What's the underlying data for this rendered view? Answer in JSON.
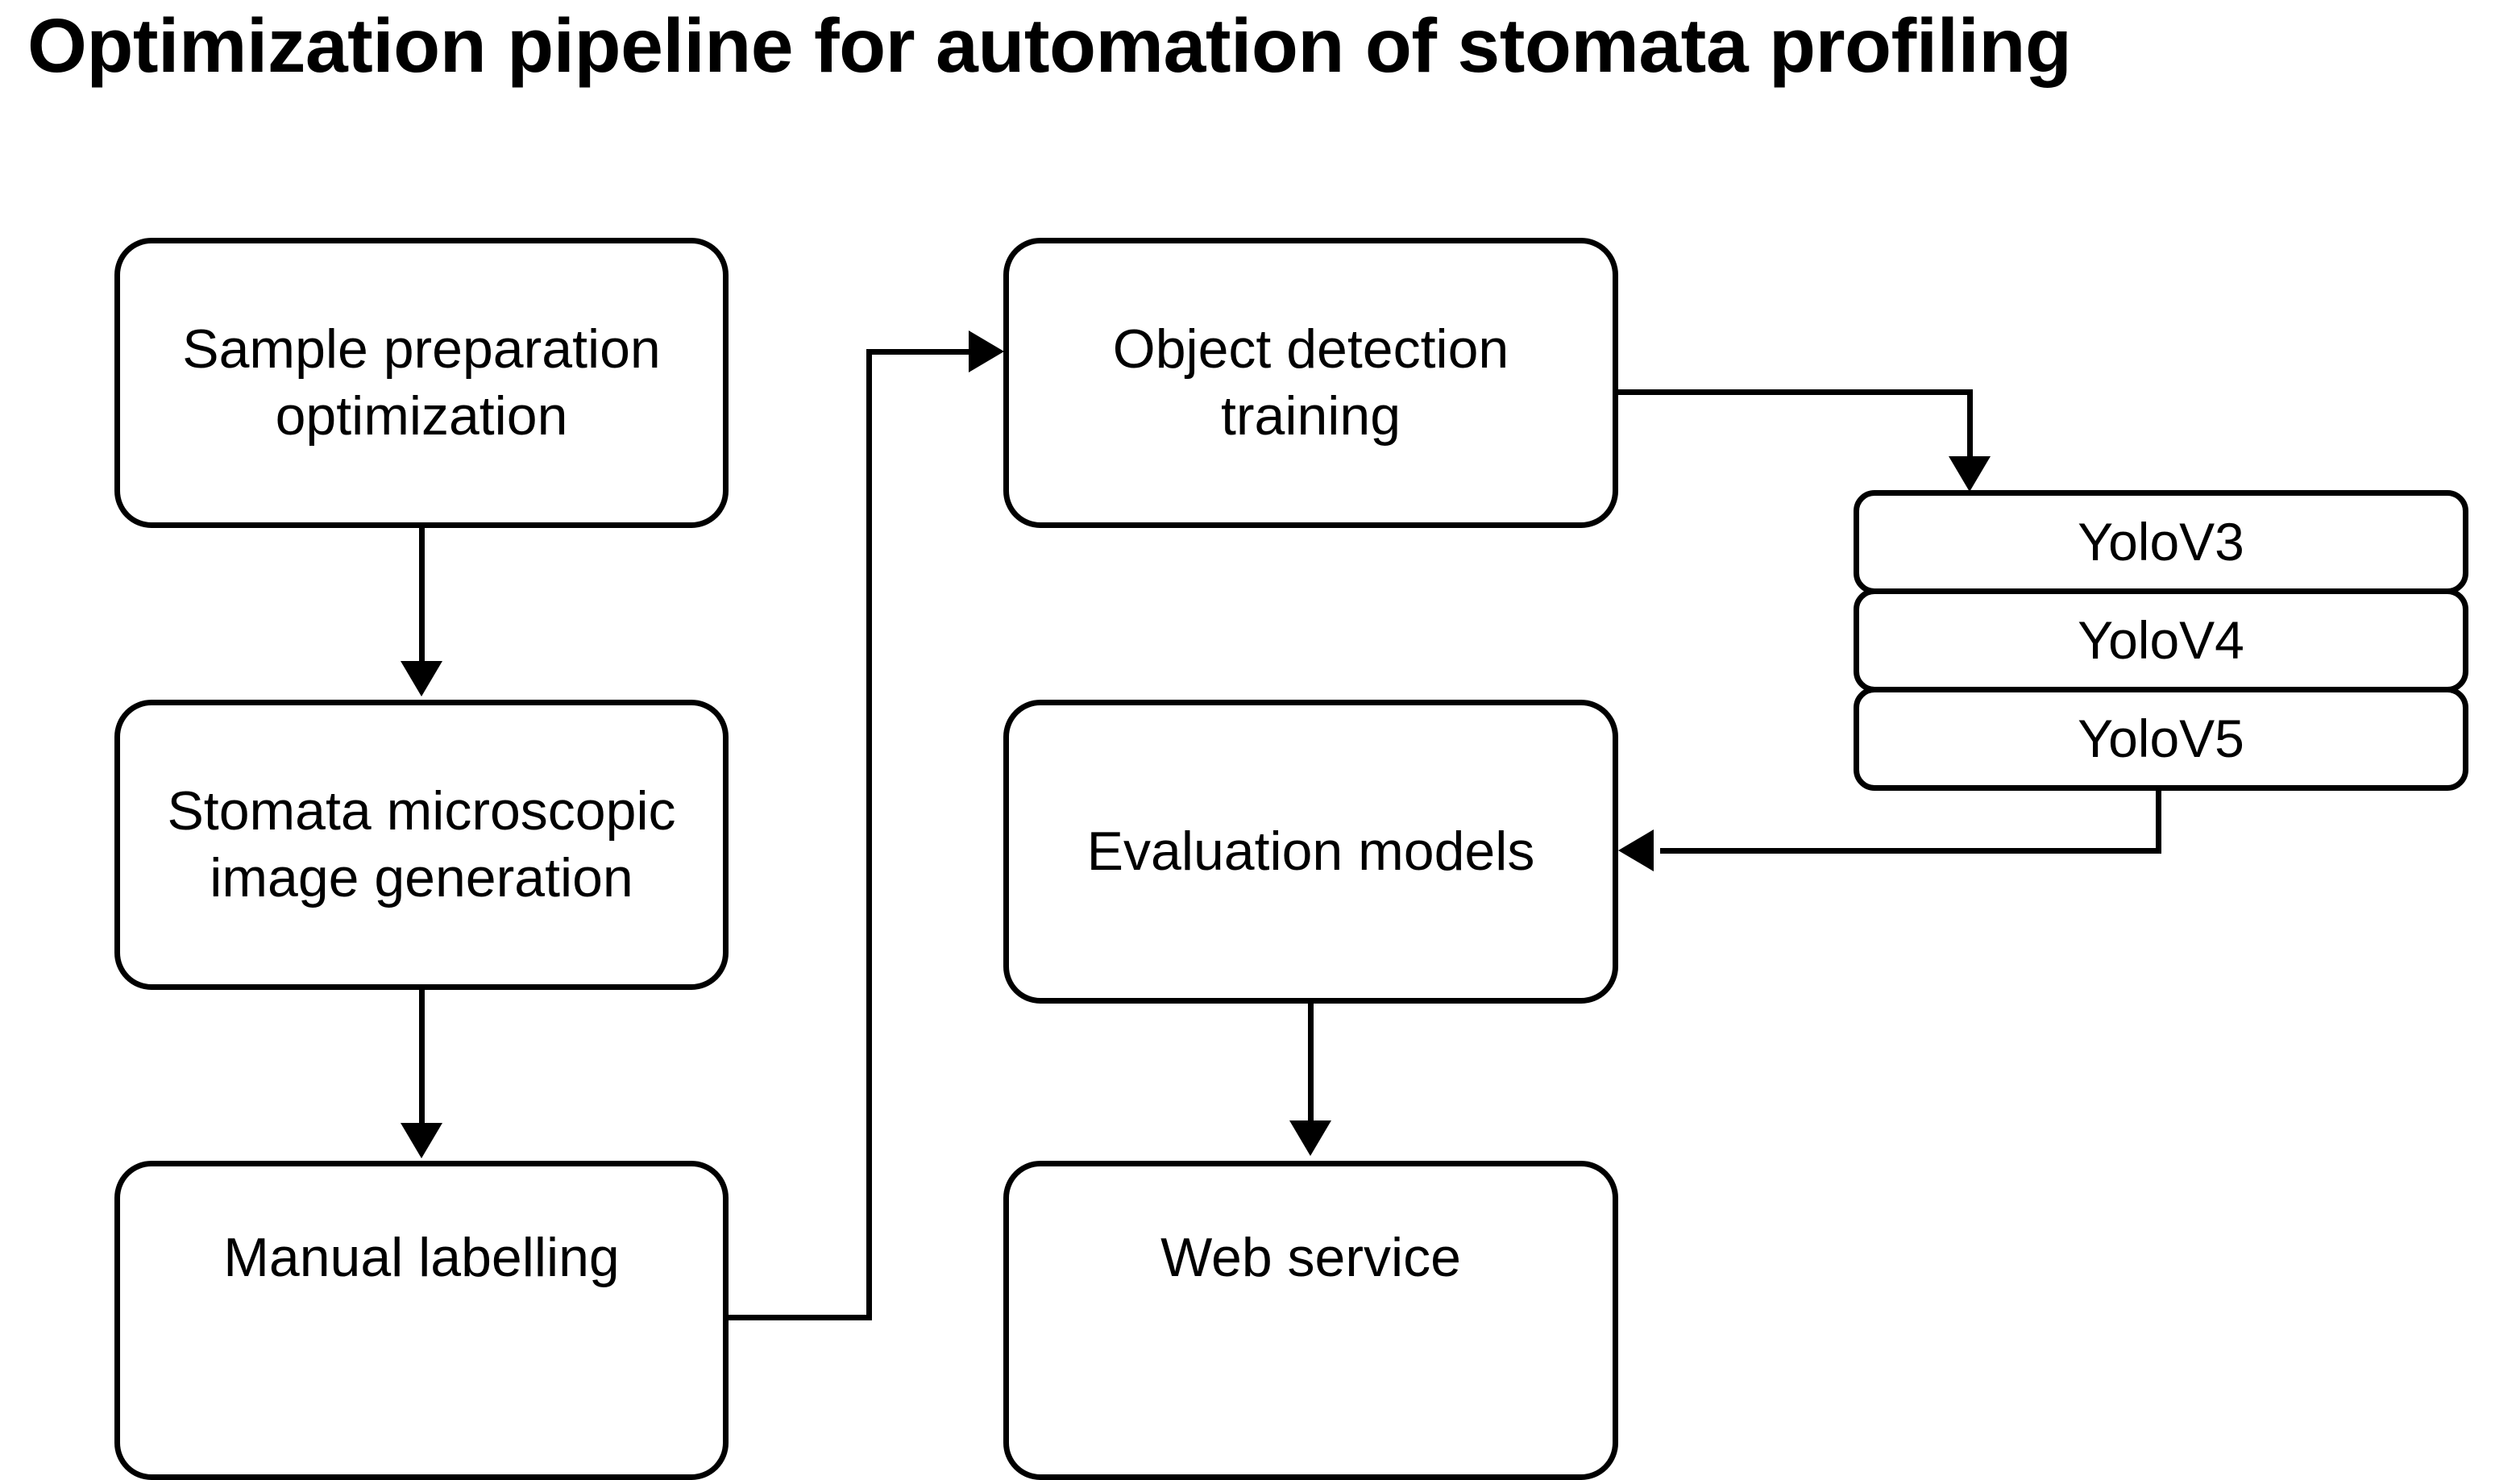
{
  "title": "Optimization pipeline for automation of stomata profiling",
  "diagram": {
    "type": "flowchart",
    "nodes": [
      {
        "id": "sample-preparation-optimization",
        "label": "Sample preparation\noptimization",
        "line1": "Sample preparation",
        "line2": "optimization",
        "column": "left",
        "order": 1
      },
      {
        "id": "stomata-microscopic-image-generation",
        "label": "Stomata microscopic\nimage generation",
        "line1": "Stomata microscopic",
        "line2": "image generation",
        "column": "left",
        "order": 2
      },
      {
        "id": "manual-labelling",
        "label": "Manual labelling",
        "line1": "Manual labelling",
        "line2": "",
        "column": "left",
        "order": 3
      },
      {
        "id": "object-detection-training",
        "label": "Object detection\ntraining",
        "line1": "Object detection",
        "line2": "training",
        "column": "middle",
        "order": 1
      },
      {
        "id": "evaluation-models",
        "label": "Evaluation models",
        "line1": "Evaluation models",
        "line2": "",
        "column": "middle",
        "order": 2
      },
      {
        "id": "web-service",
        "label": "Web service",
        "line1": "Web service",
        "line2": "",
        "column": "middle",
        "order": 3
      }
    ],
    "model_stack": {
      "items": [
        {
          "id": "yolov3",
          "label": "YoloV3"
        },
        {
          "id": "yolov4",
          "label": "YoloV4"
        },
        {
          "id": "yolov5",
          "label": "YoloV5"
        }
      ]
    },
    "edges": [
      {
        "from": "sample-preparation-optimization",
        "to": "stomata-microscopic-image-generation",
        "style": "straight-down"
      },
      {
        "from": "stomata-microscopic-image-generation",
        "to": "manual-labelling",
        "style": "straight-down"
      },
      {
        "from": "manual-labelling",
        "to": "object-detection-training",
        "style": "orthogonal-right-up-right"
      },
      {
        "from": "object-detection-training",
        "to": "yolov3",
        "style": "orthogonal-right-down"
      },
      {
        "from": "yolov5",
        "to": "evaluation-models",
        "style": "orthogonal-down-left"
      },
      {
        "from": "evaluation-models",
        "to": "web-service",
        "style": "straight-down"
      }
    ]
  },
  "colors": {
    "stroke": "#000000",
    "fill": "#ffffff",
    "text": "#000000"
  }
}
